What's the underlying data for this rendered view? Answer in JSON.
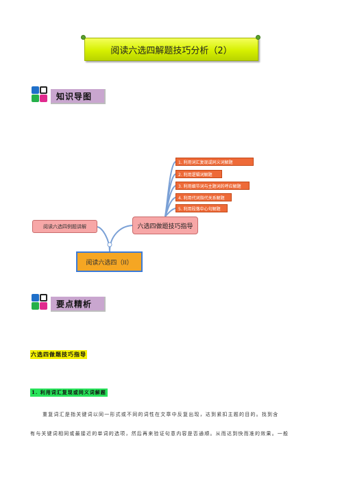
{
  "title": "阅读六选四解题技巧分析（2）",
  "sections": {
    "knowledge_map": "知识导图",
    "key_points": "要点精析"
  },
  "mindmap": {
    "center": "阅读六选四（II）",
    "main_branch": "六选四做题技巧指导",
    "left_branch": "阅读六选四例题讲解",
    "leaves": [
      "1. 利用词汇复现或同义词解题",
      "2. 利用逻辑词解题",
      "3. 利用细节词与主题词的呼应解题",
      "4. 利用代词指代关系解题",
      "5. 利用段落中心句解题"
    ]
  },
  "content": {
    "subtitle": "六选四做题技巧指导",
    "point1_title": "1. 利用词汇复现或同义词解题",
    "para_line1": "重复词汇是指关键词以同一形式或不同的词性在文章中反复出现，达到紧扣主题的目的。找到含",
    "para_line2": "有与关键词相同或最接近的单词的选项，然后再来验证句意内容是否通顺。从而达到快而准的效果。一般"
  }
}
